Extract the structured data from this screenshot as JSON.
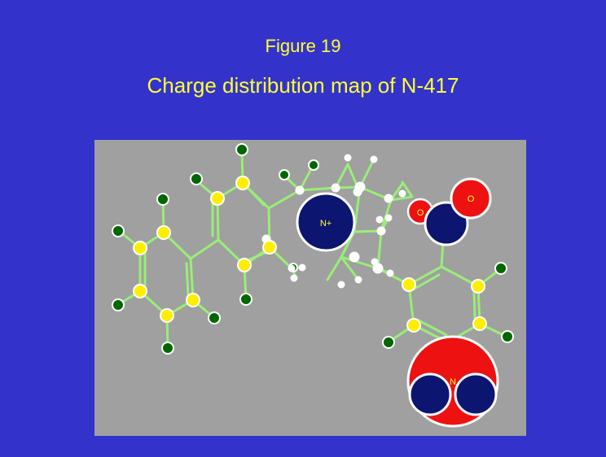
{
  "slide": {
    "figure_number": "Figure 19",
    "title": "Charge distribution map of N-417"
  },
  "molecule": {
    "atom_labels": {
      "central_nitrogen": "N+",
      "oxygen_small": "O",
      "oxygen_large": "O",
      "nitro_nitrogen": "N"
    },
    "colors": {
      "background": "#3333cc",
      "panel": "#a0a0a0",
      "bond": "#99ee77",
      "positive_atom": "#0c1570",
      "negative_atom": "#ee1111",
      "yellow_atom": "#ffee00",
      "green_atom": "#006600",
      "white_atom": "#ffffff",
      "title_text": "#ffff33"
    }
  }
}
